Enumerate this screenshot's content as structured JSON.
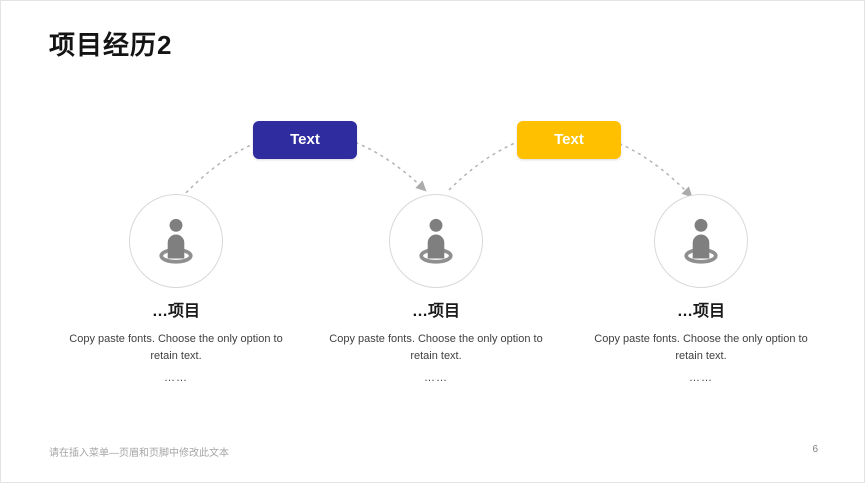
{
  "slide": {
    "title": "项目经历2",
    "footer": "请在插入菜单—页眉和页脚中修改此文本",
    "page_number": "6"
  },
  "badges": [
    {
      "label": "Text",
      "color": "#2e2c9e"
    },
    {
      "label": "Text",
      "color": "#ffc000"
    }
  ],
  "items": [
    {
      "heading": "…项目",
      "body": "Copy paste fonts. Choose the only option to retain text.",
      "ellipsis": "……",
      "icon": "person-in-ring-icon"
    },
    {
      "heading": "…项目",
      "body": "Copy paste fonts. Choose the only option to retain text.",
      "ellipsis": "……",
      "icon": "person-in-ring-icon"
    },
    {
      "heading": "…项目",
      "body": "Copy paste fonts. Choose the only option to retain text.",
      "ellipsis": "……",
      "icon": "person-in-ring-icon"
    }
  ],
  "colors": {
    "circle_border": "#d9d9d9",
    "icon_gray": "#808080",
    "connector_gray": "#b3b3b3",
    "title_text": "#141414",
    "body_text": "#404040",
    "footer_text": "#a6a6a6"
  }
}
